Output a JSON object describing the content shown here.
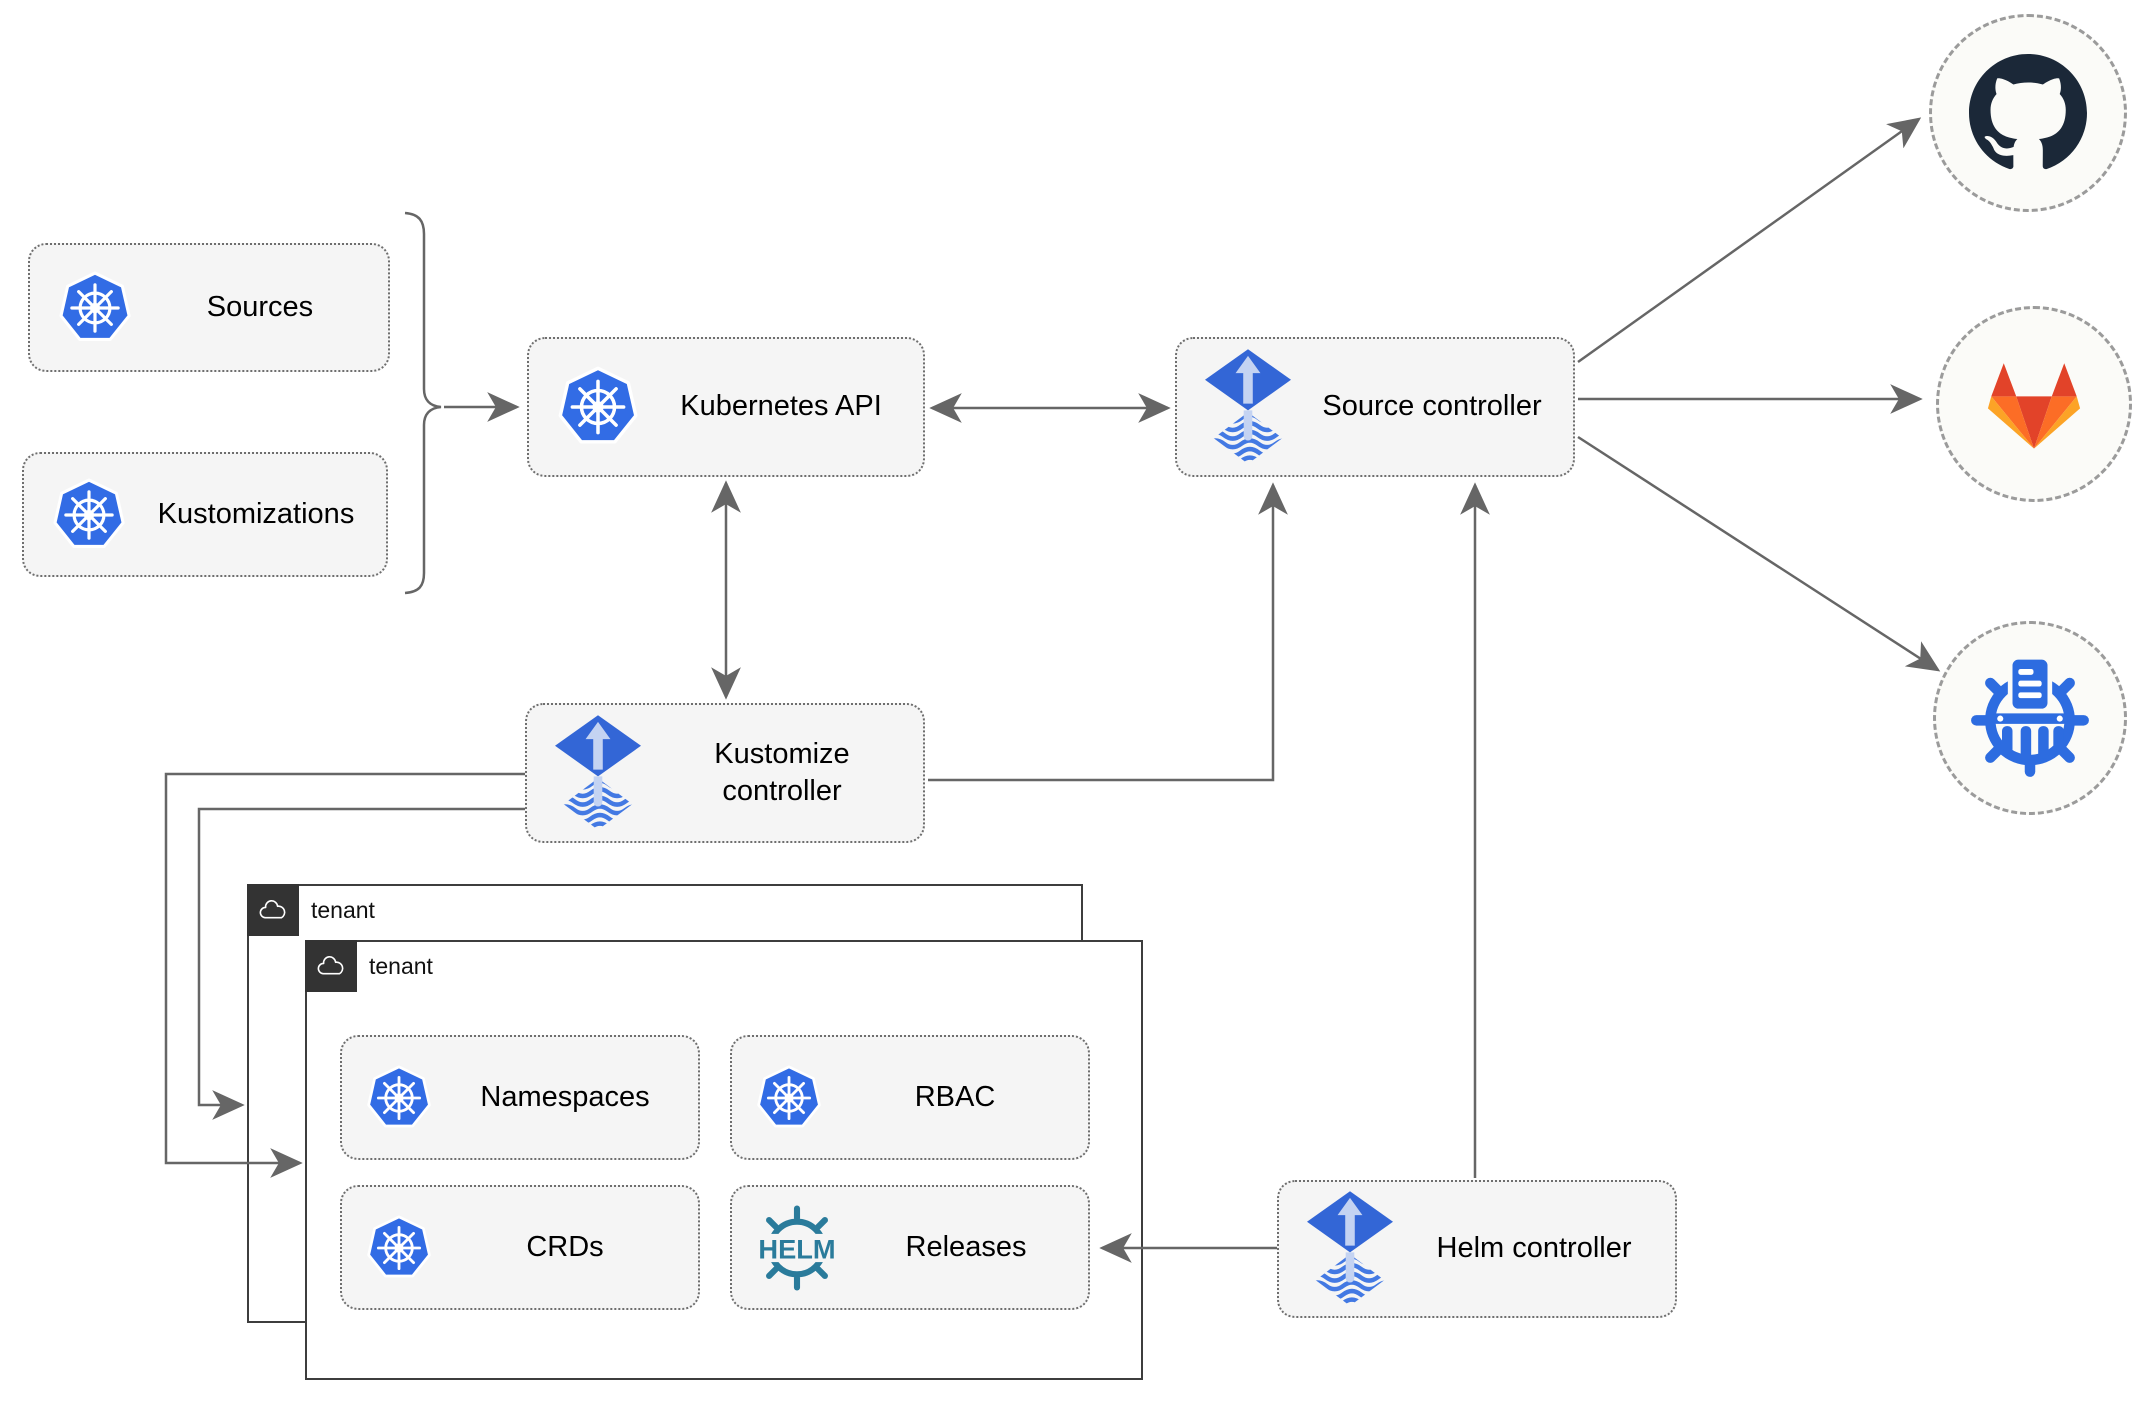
{
  "nodes": {
    "sources": {
      "label": "Sources",
      "icon": "kubernetes-icon"
    },
    "kustomizations": {
      "label": "Kustomizations",
      "icon": "kubernetes-icon"
    },
    "kubernetes_api": {
      "label": "Kubernetes API",
      "icon": "kubernetes-icon"
    },
    "source_controller": {
      "label": "Source controller",
      "icon": "flux-icon"
    },
    "kustomize_controller": {
      "label": "Kustomize controller",
      "icon": "flux-icon"
    },
    "helm_controller": {
      "label": "Helm controller",
      "icon": "flux-icon"
    },
    "tenant_outer": {
      "label": "tenant",
      "icon": "cloud-icon"
    },
    "tenant_inner": {
      "label": "tenant",
      "icon": "cloud-icon"
    },
    "namespaces": {
      "label": "Namespaces",
      "icon": "kubernetes-icon"
    },
    "rbac": {
      "label": "RBAC",
      "icon": "kubernetes-icon"
    },
    "crds": {
      "label": "CRDs",
      "icon": "kubernetes-icon"
    },
    "releases": {
      "label": "Releases",
      "icon": "helm-icon",
      "icon_text": "HELM"
    },
    "github": {
      "icon": "github-icon"
    },
    "gitlab": {
      "icon": "gitlab-icon"
    },
    "helm_repository": {
      "icon": "chartmuseum-icon"
    }
  },
  "colors": {
    "kubernetes_blue": "#326ce5",
    "flux_blue": "#3366d6",
    "flux_arrow_light": "#c4d3f2",
    "flux_wave_blue": "#4379e3",
    "helm_teal": "#2a7b9b",
    "github_dark": "#1b2838",
    "gitlab_red_orange": "#e24329",
    "gitlab_orange": "#fc6d26",
    "gitlab_yellow": "#fca326",
    "chartmuseum_blue": "#2d6ce0",
    "node_fill": "#f5f5f5",
    "connector_gray": "#666666",
    "tenant_dark": "#333333"
  }
}
